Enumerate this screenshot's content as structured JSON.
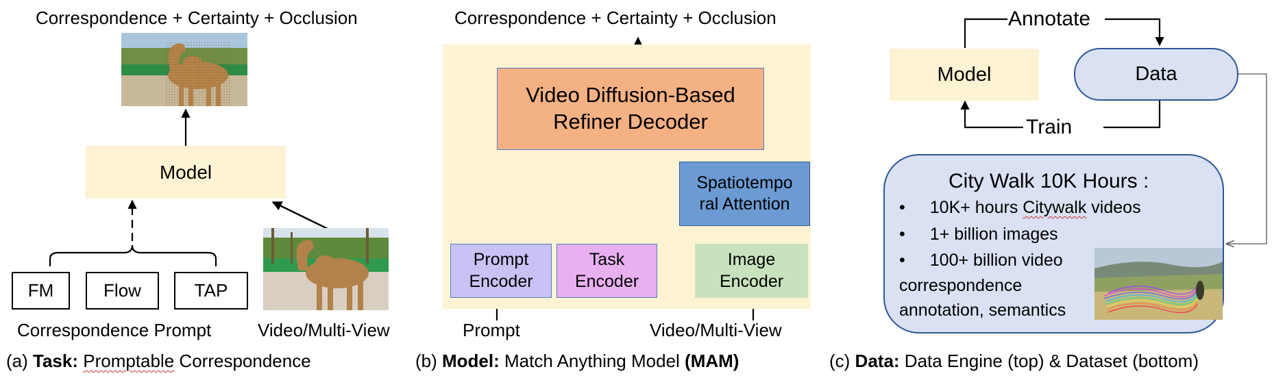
{
  "task_panel": {
    "output_label": "Correspondence + Certainty + Occlusion",
    "model_label": "Model",
    "prompt_boxes": [
      "FM",
      "Flow",
      "TAP"
    ],
    "prompt_label": "Correspondence Prompt",
    "video_label": "Video/Multi-View",
    "caption": {
      "prefix": "(a) ",
      "bold": "Task:",
      "space": " ",
      "underlined": "Promptable",
      "rest": " Correspondence"
    }
  },
  "model_panel": {
    "output_label": "Correspondence + Certainty + Occlusion",
    "decoder_label": "Video Diffusion-Based\nRefiner Decoder",
    "attention_label": "Spatiotempo\nral Attention",
    "prompt_encoder_label": "Prompt\nEncoder",
    "task_encoder_label": "Task\nEncoder",
    "image_encoder_label": "Image\nEncoder",
    "prompt_input_label": "Prompt",
    "video_input_label": "Video/Multi-View",
    "caption": {
      "prefix": "(b) ",
      "bold": "Model:",
      "middle": " Match Anything Model ",
      "bold2": "(MAM)"
    }
  },
  "data_panel": {
    "annotate_label": "Annotate",
    "model_label": "Model",
    "data_label": "Data",
    "train_label": "Train",
    "dataset_title": "City Walk 10K Hours :",
    "bullets": {
      "b1_prefix": "10K+ hours ",
      "b1_underlined": "Citywalk",
      "b1_suffix": " videos",
      "b2": "1+ billion images",
      "b3": "100+ billion video"
    },
    "continuation": [
      "correspondence",
      "annotation, semantics"
    ],
    "bullet_glyph": "•",
    "caption": {
      "prefix": "(c) ",
      "bold": "Data:",
      "rest": " Data Engine (top) & Dataset (bottom)"
    }
  },
  "colors": {
    "model_fill": "#fdf3d3",
    "decoder_fill": "#f4b183",
    "decoder_border": "#4f7fc0",
    "attention_fill": "#6c9bd3",
    "attention_border": "#2e5597",
    "prompt_encoder_fill": "#c9c2f5",
    "task_encoder_fill": "#e9b0f0",
    "image_encoder_fill": "#c8e2bd",
    "data_fill": "#d9e1f2",
    "data_border": "#2e5597",
    "spellcheck": "#d03030"
  }
}
